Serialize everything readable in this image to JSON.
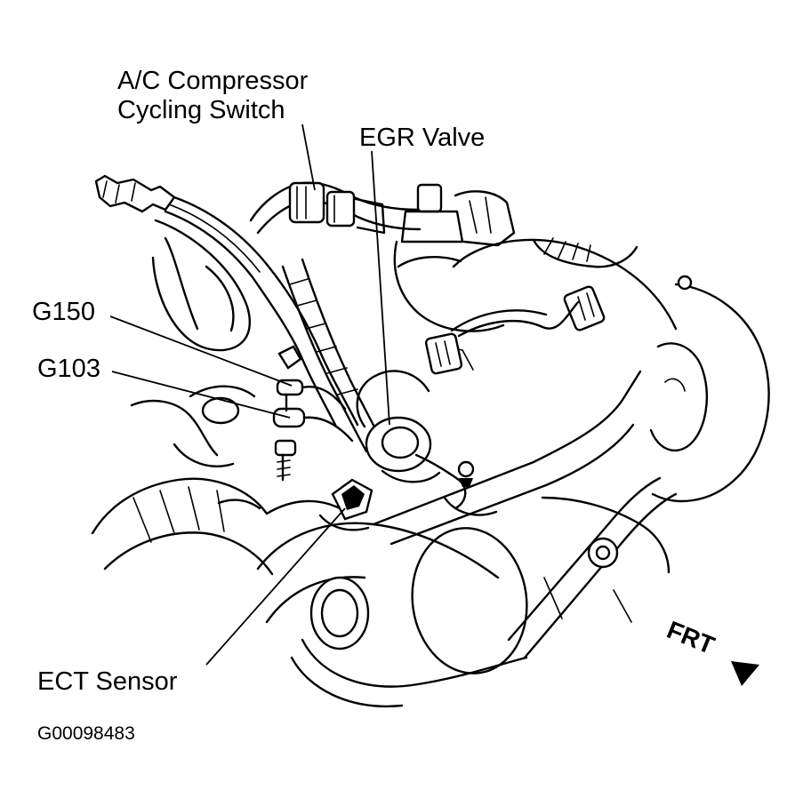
{
  "labels": {
    "ac_compressor_line1": "A/C Compressor",
    "ac_compressor_line2": "Cycling Switch",
    "egr_valve": "EGR Valve",
    "g150": "G150",
    "g103": "G103",
    "ect_sensor": "ECT Sensor",
    "direction": "FRT",
    "figure_id": "G00098483"
  },
  "colors": {
    "ink": "#000000",
    "paper": "#ffffff"
  },
  "icons": {
    "direction_arrow": "triangle-arrow-icon"
  }
}
